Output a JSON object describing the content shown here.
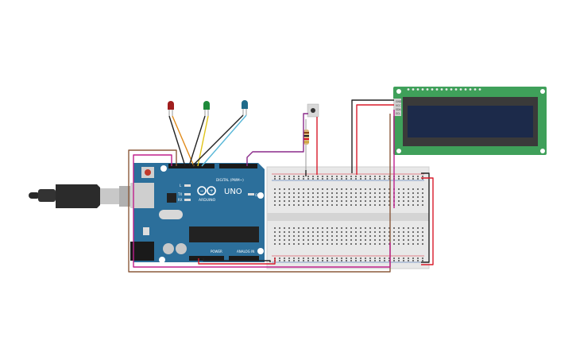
{
  "arduino": {
    "brand": "ARDUINO",
    "model": "UNO",
    "digital_label": "DIGITAL (PWM~)",
    "power_label": "POWER",
    "analog_label": "ANALOG IN",
    "on_label": "ON",
    "tx_label": "TX",
    "rx_label": "RX",
    "l_label": "L"
  },
  "lcd": {
    "pin_labels": [
      "GND",
      "VCC",
      "SDA",
      "SCL"
    ]
  },
  "colors": {
    "board": "#2c6f9b",
    "board_dark": "#1f5577",
    "lcd_pcb": "#3fa05a",
    "lcd_screen": "#1c2a4a",
    "breadboard": "#e8e8e8",
    "wire_black": "#222222",
    "wire_red": "#d81b2a",
    "wire_purple": "#8a2a8a",
    "wire_brown": "#8b5a3c",
    "wire_orange": "#e08a1a",
    "wire_yellow": "#e0c41a",
    "wire_cyan": "#5ab8d8",
    "wire_magenta": "#c0208c",
    "led_red": "#a01e1e",
    "led_green": "#1e8a3a",
    "led_blue": "#1e6a8a"
  }
}
